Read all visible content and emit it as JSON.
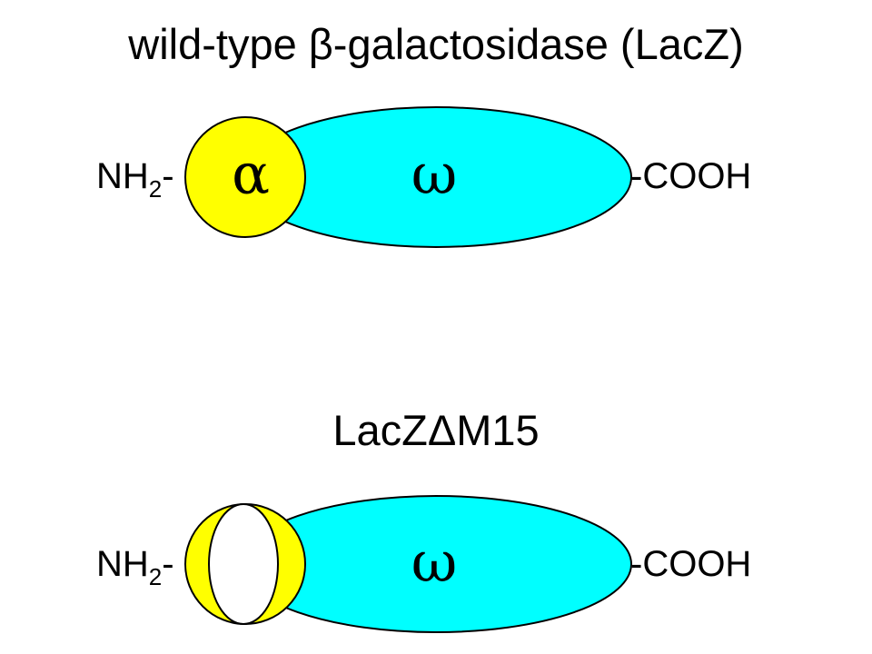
{
  "wild_type": {
    "title": "wild-type β-galactosidase (LacZ)",
    "n_terminus": {
      "main": "NH",
      "sub": "2",
      "dash": "-"
    },
    "c_terminus": "-COOH",
    "alpha_symbol": "α",
    "omega_symbol": "ω"
  },
  "mutant": {
    "title": "LacZΔM15",
    "n_terminus": {
      "main": "NH",
      "sub": "2",
      "dash": "-"
    },
    "c_terminus": "-COOH",
    "omega_symbol": "ω"
  },
  "colors": {
    "omega_fill": "#00ffff",
    "alpha_fill": "#ffff00",
    "deleted_fill": "#ffffff",
    "stroke": "#000000"
  }
}
